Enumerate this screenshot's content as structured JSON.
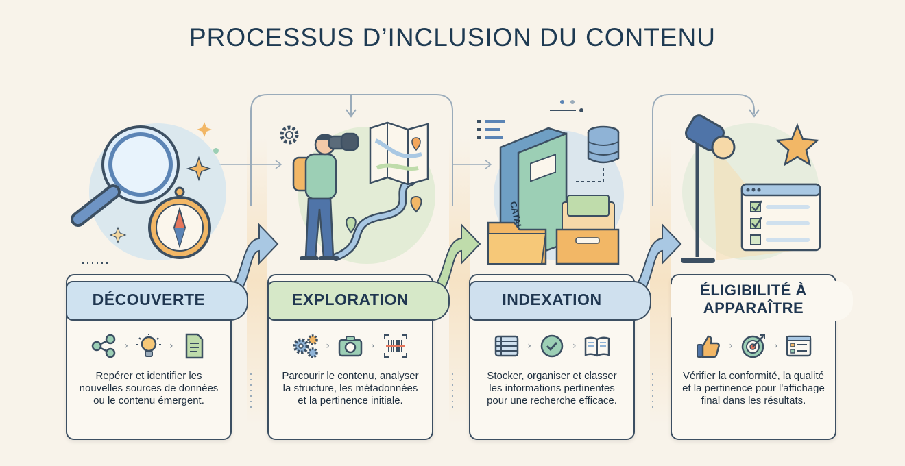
{
  "title": "PROCESSUS D’INCLUSION DU CONTENU",
  "colors": {
    "background": "#f8f3ea",
    "blue": "#a9c8e3",
    "green": "#bfdcab",
    "orange": "#f2b766",
    "navy": "#3c4f62"
  },
  "steps": [
    {
      "name": "DÉCOUVERTE",
      "description": "Repérer et identifier les nouvelles sources de données ou le contenu émergent.",
      "banner_color": "#cfe2f0",
      "icons": [
        "share-nodes-icon",
        "lightbulb-icon",
        "document-icon"
      ],
      "illustration": [
        "magnifying-glass-icon",
        "compass-icon",
        "sparkle-icon"
      ]
    },
    {
      "name": "EXPLORATION",
      "description": "Parcourir le contenu, analyser la structure, les métadonnées et la pertinence initiale.",
      "banner_color": "#d6e8c8",
      "icons": [
        "gears-icon",
        "camera-icon",
        "barcode-scan-icon"
      ],
      "illustration": [
        "explorer-binoculars-icon",
        "map-icon",
        "location-pin-icon"
      ]
    },
    {
      "name": "INDEXATION",
      "description": "Stocker, organiser et classer les informations pertinentes pour une recherche efficace.",
      "banner_color": "#cfe0ee",
      "icons": [
        "table-list-icon",
        "check-circle-icon",
        "open-book-icon"
      ],
      "illustration": [
        "catalog-book-icon",
        "database-icon",
        "file-folder-icon"
      ],
      "book_label": "CATALOG"
    },
    {
      "name": "ÉLIGIBILITÉ À APPARAÎTRE",
      "description": "Vérifier la conformité, la qualité et la pertinence pour l'affichage final dans les résultats.",
      "banner_color": "#eef3f7",
      "icons": [
        "thumbs-up-icon",
        "target-icon",
        "checklist-window-icon"
      ],
      "illustration": [
        "spotlight-lamp-icon",
        "star-icon",
        "checklist-window-icon"
      ]
    }
  ]
}
